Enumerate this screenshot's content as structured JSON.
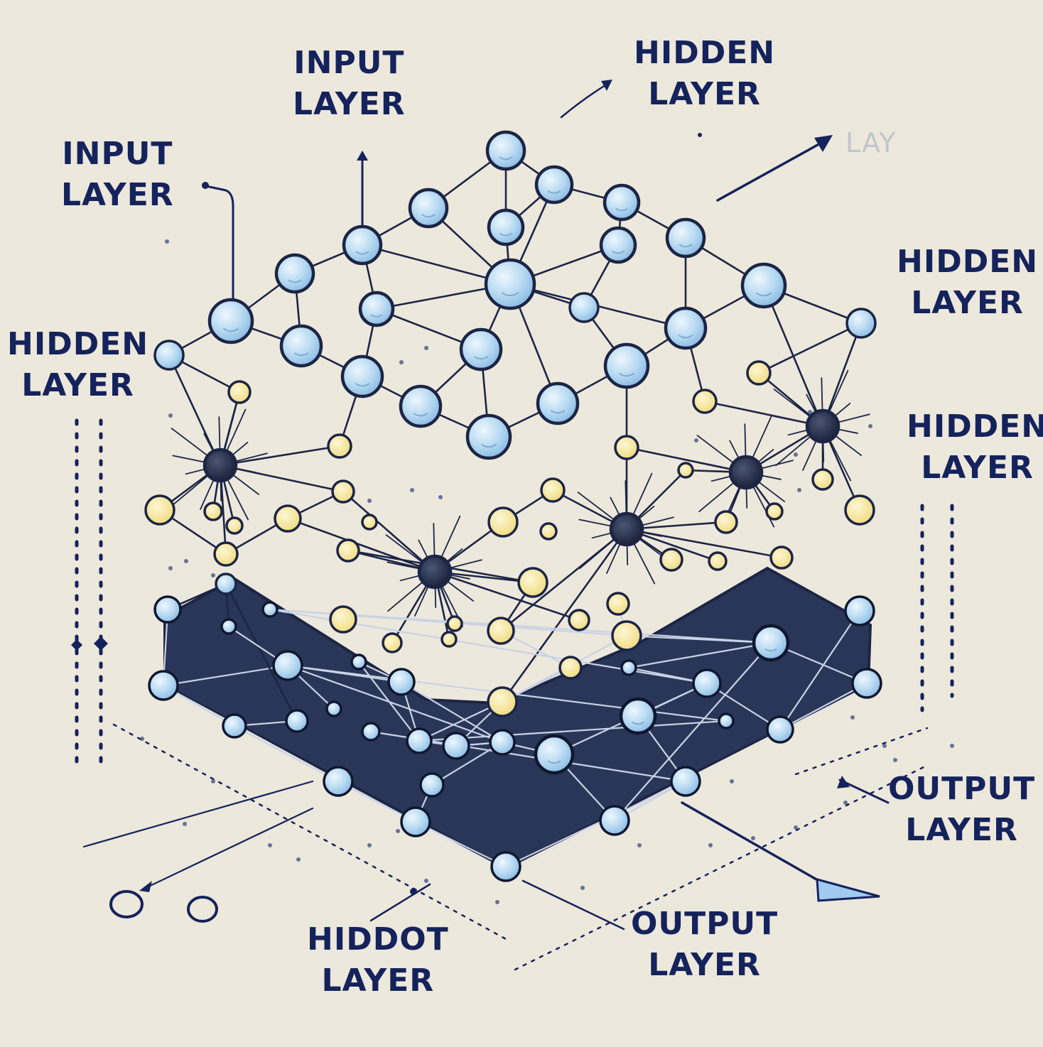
{
  "colors": {
    "background": "#ede8dc",
    "ink": "#15235c",
    "line": "#1c2545",
    "node_blue_light": "#d7ebf8",
    "node_blue": "#a9d0ee",
    "node_yellow": "#f7e9a6",
    "node_dark": "#1f2a44",
    "platform": "#2a3657"
  },
  "labels": {
    "input_top": {
      "line1": "INPUT",
      "line2": "LAYER"
    },
    "hidden_top": {
      "line1": "HIDDEN",
      "line2": "LAYER"
    },
    "layer_faint": {
      "line1": "LAY"
    },
    "input_left": {
      "line1": "INPUT",
      "line2": "LAYER"
    },
    "hidden_left": {
      "line1": "HIDDEN",
      "line2": "LAYER"
    },
    "hidden_right_1": {
      "line1": "HIDDEN",
      "line2": "LAYER"
    },
    "hidden_right_2": {
      "line1": "HIDDEN",
      "line2": "LAYER"
    },
    "output_right": {
      "line1": "OUTPUT",
      "line2": "LAYER"
    },
    "hidden_bottom": {
      "line1": "HIDDOT",
      "line2": "LAYER"
    },
    "output_bottom": {
      "line1": "OUTPUT",
      "line2": "LAYER"
    }
  }
}
